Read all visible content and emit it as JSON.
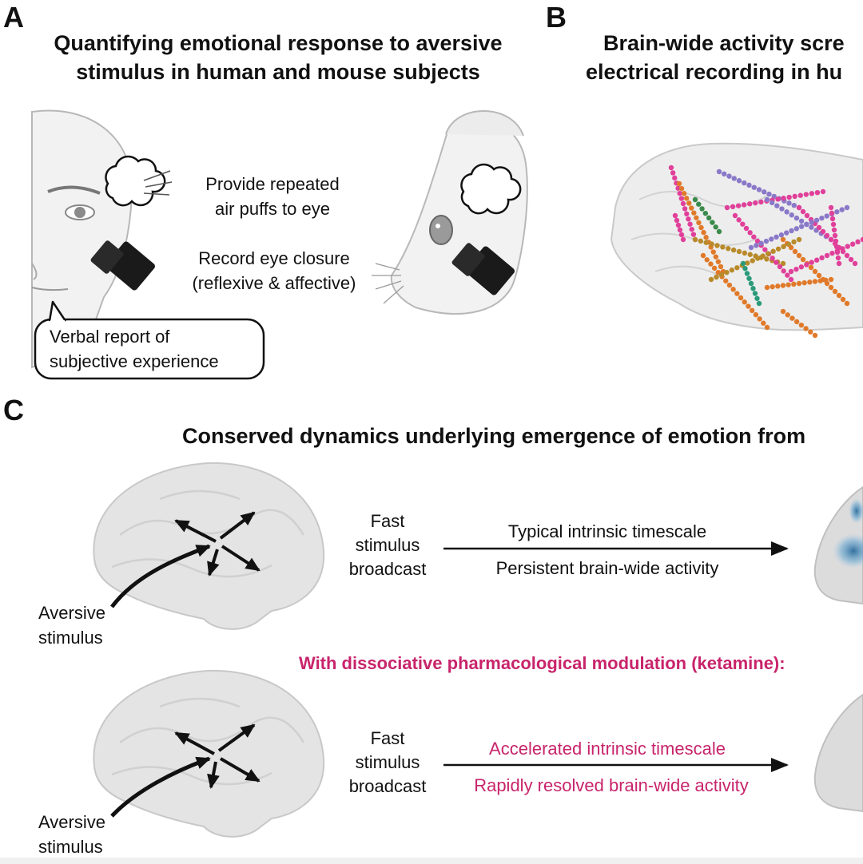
{
  "panel_a": {
    "letter": "A",
    "title_line1": "Quantifying emotional response to aversive",
    "title_line2": "stimulus in human and mouse subjects",
    "puff_line1": "Provide repeated",
    "puff_line2": "air puffs to eye",
    "record_line1": "Record eye closure",
    "record_line2": "(reflexive & affective)",
    "verbal_line1": "Verbal report of",
    "verbal_line2": "subjective experience"
  },
  "panel_b": {
    "letter": "B",
    "title_line1": "Brain-wide activity scre",
    "title_line2": "electrical recording in hu",
    "electrode_colors": [
      "#e0409a",
      "#8a78c8",
      "#e07a2a",
      "#b88a2a",
      "#2a9a7a",
      "#3a8a4a"
    ]
  },
  "panel_c": {
    "letter": "C",
    "title": "Conserved dynamics underlying emergence of emotion from",
    "normal_row": {
      "broadcast_line1": "Fast",
      "broadcast_line2": "stimulus",
      "broadcast_line3": "broadcast",
      "arrow_top_label": "Typical intrinsic timescale",
      "arrow_bottom_label": "Persistent brain-wide activity",
      "stimulus_line1": "Aversive",
      "stimulus_line2": "stimulus"
    },
    "ketamine_heading": "With dissociative pharmacological modulation (ketamine):",
    "ketamine_row": {
      "broadcast_line1": "Fast",
      "broadcast_line2": "stimulus",
      "broadcast_line3": "broadcast",
      "arrow_top_label": "Accelerated intrinsic timescale",
      "arrow_bottom_label": "Rapidly resolved brain-wide activity",
      "stimulus_line1": "Aversive",
      "stimulus_line2": "stimulus"
    }
  },
  "colors": {
    "accent_magenta": "#c8246b",
    "brain_fill": "#e6e6e6",
    "camera": "#1a1a1a",
    "glow_blue": "#3a8ac0"
  }
}
